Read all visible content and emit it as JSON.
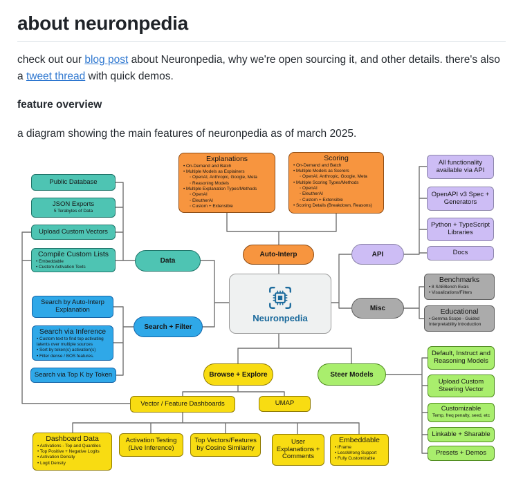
{
  "colors": {
    "teal": "#4EC4B3",
    "blue": "#2FA8E8",
    "orange": "#F7953F",
    "yellow": "#F8DC12",
    "green": "#A9EE6D",
    "purple": "#CDBDF5",
    "grey": "#ABABAB",
    "link_blue": "#2e77d0",
    "brand_blue": "#1b6a9c"
  },
  "header": {
    "title": "about neuronpedia",
    "intro_pre": "check out our ",
    "blog_link": "blog post",
    "intro_mid": " about Neuronpedia, why we're open sourcing it, and other details. there's also a ",
    "tweet_link": "tweet thread",
    "intro_post": " with quick demos.",
    "feature_heading": "feature overview",
    "caption": "a diagram showing the main features of neuronpedia as of march 2025."
  },
  "diagram": {
    "public_database": {
      "title": "Public Database"
    },
    "json_exports": {
      "title": "JSON Exports",
      "subtitle": "5 Terabytes of Data"
    },
    "upload_custom_vectors": {
      "title": "Upload Custom Vectors"
    },
    "compile_custom_lists": {
      "title": "Compile Custom Lists",
      "bullets": [
        "Embeddable",
        "Custom Activation Texts"
      ]
    },
    "data_pill": {
      "label": "Data"
    },
    "search_by_auto_interp": {
      "title": "Search by Auto-Interp Explanation"
    },
    "search_via_inference": {
      "title": "Search via Inference",
      "bullets": [
        "Custom text to find top activating latents over multiple sources",
        "Sort by token(s) activation(s)",
        "Filter dense / BOS features."
      ]
    },
    "search_top_k": {
      "title": "Search via Top K by Token"
    },
    "search_filter_pill": {
      "label": "Search + Filter"
    },
    "explanations": {
      "title": "Explanations",
      "bullets": [
        "On-Demand and Batch",
        "Multiple Models as Explainers",
        "OpenAI, Anthropic, Google, Meta",
        "Reasoning Models",
        "Multiple Explanation Types/Methods",
        "OpenAI",
        "EleutherAI",
        "Custom + Extensible"
      ]
    },
    "scoring": {
      "title": "Scoring",
      "bullets": [
        "On-Demand and Batch",
        "Multiple Models as Scorers",
        "OpenAI, Anthropic, Google, Meta",
        "Multiple Scoring Types/Methods",
        "OpenAI",
        "EleutherAI",
        "Custom + Extensible",
        "Scoring Details (Breakdown, Reasons)"
      ]
    },
    "auto_interp_pill": {
      "label": "Auto-Interp"
    },
    "center": {
      "label": "Neuronpedia"
    },
    "api_pill": {
      "label": "API"
    },
    "misc_pill": {
      "label": "Misc"
    },
    "api_all": {
      "title": "All functionality available via API"
    },
    "api_spec": {
      "title": "OpenAPI v3 Spec + Generators"
    },
    "api_libs": {
      "title": "Python + TypeScript Libraries"
    },
    "api_docs": {
      "title": "Docs"
    },
    "benchmarks": {
      "title": "Benchmarks",
      "bullets": [
        "8 SAEBench Evals",
        "Visualizations/Filters"
      ]
    },
    "educational": {
      "title": "Educational",
      "bullets": [
        "Gemma Scope - Guided Interpretability Introduction"
      ]
    },
    "browse_pill": {
      "label": "Browse + Explore"
    },
    "steer_pill": {
      "label": "Steer Models"
    },
    "vector_dashboards": {
      "title": "Vector / Feature Dashboards"
    },
    "umap": {
      "title": "UMAP"
    },
    "dashboard_data": {
      "title": "Dashboard Data",
      "bullets": [
        "Activations - Top and Quantiles",
        "Top Positive + Negative Logits",
        "Activation Density",
        "Logit Density"
      ]
    },
    "activation_testing": {
      "title": "Activation Testing (Live Inference)"
    },
    "top_vectors": {
      "title": "Top Vectors/Features by Cosine Similarity"
    },
    "user_explanations": {
      "title": "User Explanations + Comments"
    },
    "embeddable": {
      "title": "Embeddable",
      "bullets": [
        "iFrame",
        "LessWrong Support",
        "Fully Customizable"
      ]
    },
    "steer_default": {
      "title": "Default, Instruct and Reasoning Models"
    },
    "steer_upload": {
      "title": "Upload Custom Steering Vector"
    },
    "steer_custom": {
      "title": "Customizable",
      "subtitle": "Temp, freq penalty, seed, etc"
    },
    "steer_linkable": {
      "title": "Linkable + Sharable"
    },
    "steer_presets": {
      "title": "Presets + Demos"
    }
  }
}
